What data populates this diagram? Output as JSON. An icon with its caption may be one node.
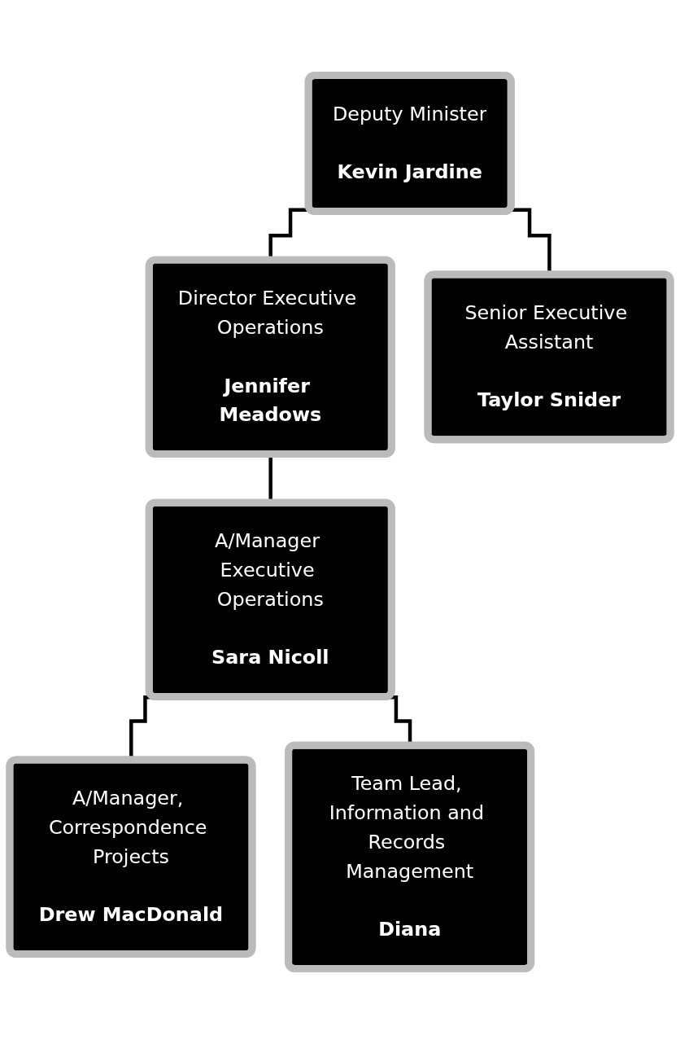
{
  "diagram": {
    "nodes": [
      {
        "text": [
          "Deputy Minister",
          "Kevin Jardine"
        ]
      },
      {
        "text": [
          "Director Executive Operations",
          "Jennifer Meadows"
        ]
      },
      {
        "text": [
          "Senior Executive Assistant",
          "Taylor Snider"
        ]
      },
      {
        "text": [
          "A/Manager Executive Operations",
          "Sara Nicoll"
        ]
      },
      {
        "text": [
          "A/Manager, Correspondence Projects",
          "Drew MacDonald"
        ]
      },
      {
        "text": [
          "Team Lead, Information and Records Management",
          "Diana"
        ]
      }
    ],
    "edges": [
      {
        "from": 0,
        "to": 1,
        "arrow": "none"
      },
      {
        "from": 0,
        "to": 2,
        "arrow": "none"
      },
      {
        "from": 1,
        "to": 3,
        "arrow": "none"
      },
      {
        "from": 3,
        "to": 4,
        "arrow": "none"
      },
      {
        "from": 3,
        "to": 5,
        "arrow": "none"
      }
    ]
  }
}
